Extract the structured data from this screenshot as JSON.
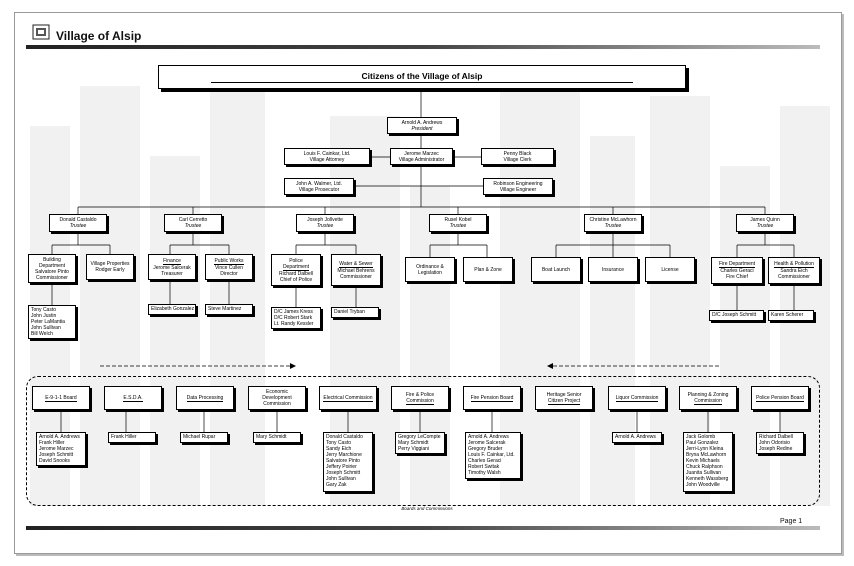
{
  "header": {
    "title": "Village of Alsip",
    "logo_icon": "village-seal-icon"
  },
  "footer": {
    "page": "Page 1",
    "boards_caption": "Boards and Commissions"
  },
  "banner": {
    "label": "Citizens of the Village of Alsip"
  },
  "president": {
    "name": "Arnold A. Andrews",
    "role": "President"
  },
  "staff": {
    "attorney": {
      "name": "Louis F. Cainkar, Ltd.",
      "role": "Village Attorney"
    },
    "administrator": {
      "name": "Jerome Marzec",
      "role": "Village Administrator"
    },
    "clerk": {
      "name": "Penny Black",
      "role": "Village Clerk"
    },
    "prosecutor": {
      "name": "John A. Walmer, Ltd.",
      "role": "Village Prosecutor"
    },
    "engineer": {
      "name": "Robinson Engineering",
      "role": "Village Engineer"
    }
  },
  "trustees": [
    {
      "name": "Donald Castaldo",
      "role": "Trustee"
    },
    {
      "name": "Carl Cerretto",
      "role": "Trustee"
    },
    {
      "name": "Joseph Jollvette",
      "role": "Trustee"
    },
    {
      "name": "Rusel Kobel",
      "role": "Trustee"
    },
    {
      "name": "Christine McLawhorn",
      "role": "Trustee"
    },
    {
      "name": "James Quinn",
      "role": "Trustee"
    }
  ],
  "departments": {
    "building": [
      "Building",
      "Department",
      "Salvatore Pinto",
      "Commissioner"
    ],
    "properties": [
      "Village Properties",
      "Rodger Early"
    ],
    "finance": [
      "Finance",
      "Jerome Salcerak",
      "Treasurer"
    ],
    "public_works": [
      "Public Works",
      "Vince Cullen",
      "Director"
    ],
    "police": [
      "Police",
      "Department",
      "Richard Dalbell",
      "Chief of Police"
    ],
    "water": [
      "Water & Sewer",
      "Michael Behrens",
      "Commissioner"
    ],
    "ordinance": [
      "Ordinance &",
      "Legislation"
    ],
    "plan": [
      "Plan & Zone"
    ],
    "boat": [
      "Boat Launch"
    ],
    "insurance": [
      "Insurance"
    ],
    "license": [
      "License"
    ],
    "fire": [
      "Fire Department",
      "Charles Geraci",
      "Fire Chief"
    ],
    "health": [
      "Health & Pollution",
      "Sandra Eich",
      "Commissioner"
    ]
  },
  "staff_lists": {
    "building": [
      "Tony Casto",
      "John Justin",
      "Peter LaMantia",
      "John Sullivan",
      "Bill Welch"
    ],
    "finance": [
      "Elizabeth Gonzalez"
    ],
    "public_works": [
      "Steve Martinez"
    ],
    "police": [
      "D/C James Kress",
      "D/C Robert Stark",
      "Lt. Randy Kessler"
    ],
    "water": [
      "Daniel Tryban"
    ],
    "fire": [
      "D/C Joseph Schmitt"
    ],
    "health": [
      "Karen Scherer"
    ]
  },
  "boards": [
    {
      "label": [
        "E-9-1-1 Board"
      ],
      "members": [
        "Arnold A. Andrews",
        "Frank Hiller",
        "Jerome Marzec",
        "Joseph Schmitt",
        "David Snooks"
      ]
    },
    {
      "label": [
        "E.S.D.A."
      ],
      "members": [
        "Frank Hiller"
      ]
    },
    {
      "label": [
        "Data Processing"
      ],
      "members": [
        "Michael Rupar"
      ]
    },
    {
      "label": [
        "Economic",
        "Development",
        "Commission"
      ],
      "members": [
        "Mary Schmidt"
      ]
    },
    {
      "label": [
        "Electrical Commission"
      ],
      "members": [
        "Donald Castaldo",
        "Tony Casto",
        "Sandy Eich",
        "Jerry Marchione",
        "Salvatore Pinto",
        "Jeffery Poirier",
        "Joseph Schmitt",
        "John Sullivan",
        "Gary Zak"
      ]
    },
    {
      "label": [
        "Fire & Police",
        "Commission"
      ],
      "members": [
        "Gregory LeCompte",
        "Mary Schmidt",
        "Perry Viggiani"
      ]
    },
    {
      "label": [
        "Fire Pension Board"
      ],
      "members": [
        "Arnold A. Andrews",
        "Jerome Salcerak",
        "Gregory Bruder",
        "Louis F. Cainkar, Ltd.",
        "Charles Geraci",
        "Robert Switak",
        "Timothy Walsh"
      ]
    },
    {
      "label": [
        "Heritage Senior",
        "Citizen Project"
      ],
      "members": []
    },
    {
      "label": [
        "Liquor Commission"
      ],
      "members": [
        "Arnold A. Andrews"
      ]
    },
    {
      "label": [
        "Planning & Zoning",
        "Commission"
      ],
      "members": [
        "Jack Golomb",
        "Paul Gonzalez",
        "Jerri-Lynn Kleina",
        "Bryna McLawhorn",
        "Kevin Michaels",
        "Chuck Ralphson",
        "Juanita Sullivan",
        "Kenneth Wassberg",
        "John Woodville"
      ]
    },
    {
      "label": [
        "Police Pension Board"
      ],
      "members": [
        "Richard Dalbell",
        "John Odorisio",
        "Joseph Redine"
      ]
    }
  ]
}
